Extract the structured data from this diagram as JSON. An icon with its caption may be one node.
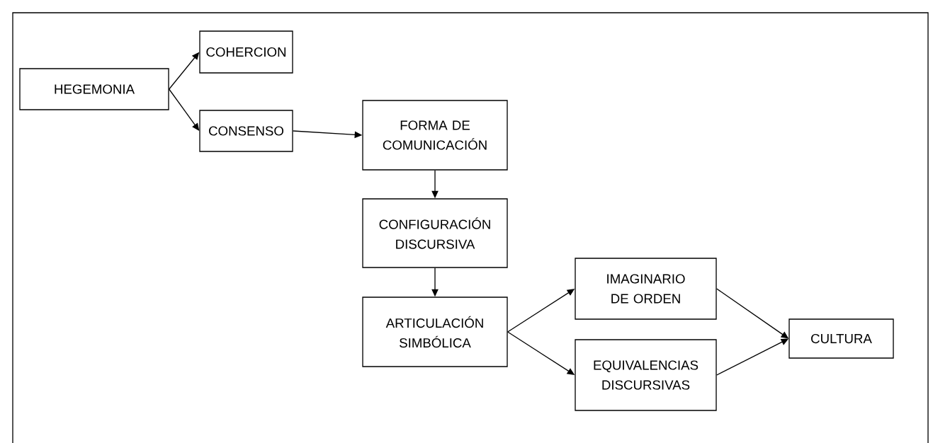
{
  "diagram": {
    "nodes": [
      {
        "text": [
          "HEGEMONIA"
        ]
      },
      {
        "text": [
          "COHERCION"
        ]
      },
      {
        "text": [
          "CONSENSO"
        ]
      },
      {
        "text": [
          "FORMA DE COMUNICACIÓN"
        ]
      },
      {
        "text": [
          "CONFIGURACIÓN DISCURSIVA"
        ]
      },
      {
        "text": [
          "ARTICULACIÓN SIMBÓLICA"
        ]
      },
      {
        "text": [
          "IMAGINARIO DE ORDEN"
        ]
      },
      {
        "text": [
          "EQUIVALENCIAS DISCURSIVAS"
        ]
      },
      {
        "text": [
          "CULTURA"
        ]
      }
    ],
    "edges": [
      {
        "from": 0,
        "to": 1,
        "arrow": "to"
      },
      {
        "from": 0,
        "to": 2,
        "arrow": "to"
      },
      {
        "from": 2,
        "to": 3,
        "arrow": "to"
      },
      {
        "from": 3,
        "to": 4,
        "arrow": "to"
      },
      {
        "from": 4,
        "to": 5,
        "arrow": "to"
      },
      {
        "from": 5,
        "to": 6,
        "arrow": "to"
      },
      {
        "from": 5,
        "to": 7,
        "arrow": "to"
      },
      {
        "from": 6,
        "to": 8,
        "arrow": "to"
      },
      {
        "from": 7,
        "to": 8,
        "arrow": "to"
      }
    ]
  }
}
